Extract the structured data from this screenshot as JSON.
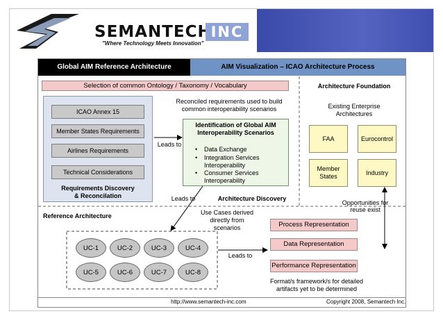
{
  "header": {
    "logo_name": "SEMANTECH",
    "logo_suffix": "INC",
    "tagline": "\"Where Technology Meets Innovation\""
  },
  "title_bar": {
    "left": "Global AIM Reference Architecture",
    "right": "AIM Visualization – ICAO Architecture Process"
  },
  "ontology_bar": "Selection of common Ontology / Taxonomy / Vocabulary",
  "requirements": {
    "items": [
      "ICAO Annex 15",
      "Member States Requirements",
      "Airlines Requirements",
      "Technical Considerations"
    ],
    "caption_line1": "Requirements Discovery",
    "caption_line2": "& Reconcilation"
  },
  "reconciled_text_line1": "Reconciled requirements used to build",
  "reconciled_text_line2": "common interoperability scenarios",
  "scenarios": {
    "title_line1": "Identification of Global AIM",
    "title_line2": "Interoperability Scenarios",
    "bullets": [
      {
        "line1": "Data Exchange",
        "line2": ""
      },
      {
        "line1": "Integration Services",
        "line2": "Interoperability"
      },
      {
        "line1": "Consumer Services",
        "line2": "Interoperability"
      }
    ]
  },
  "leads_to_1": "Leads to",
  "leads_to_2": "Leads to",
  "leads_to_3": "Leads to",
  "architecture_discovery": "Architecture Discovery",
  "foundation": {
    "title": "Architecture Foundation",
    "subtitle_line1": "Existing Enterprise",
    "subtitle_line2": "Architectures",
    "boxes": [
      {
        "line1": "FAA",
        "line2": ""
      },
      {
        "line1": "Eurocontrol",
        "line2": ""
      },
      {
        "line1": "Member",
        "line2": "States"
      },
      {
        "line1": "Industry",
        "line2": ""
      }
    ]
  },
  "opportunities_line1": "Opportunities for",
  "opportunities_line2": "reuse exist",
  "reference_architecture": "Reference Architecture",
  "use_cases_text_line1": "Use Cases derived",
  "use_cases_text_line2": "directly from",
  "use_cases_text_line3": "scenarios",
  "use_cases": [
    "UC-1",
    "UC-2",
    "UC-3",
    "UC-4",
    "UC-5",
    "UC-6",
    "UC-7",
    "UC-8"
  ],
  "representations": [
    "Process Representation",
    "Data Representation",
    "Performance Representation"
  ],
  "framework_line1": "Format/s framework/s for detailed",
  "framework_line2": "artifacts yet to be determined",
  "footer": {
    "url": "http://www.semantech-inc.com",
    "copyright": "Copyright 2008, Semantech Inc."
  },
  "colors": {
    "title_left_bg": "#000000",
    "title_right_bg": "#6f93c4",
    "pink": "#f4c9c9",
    "yellow": "#fdf8c4",
    "req_panel": "#dde4f0"
  }
}
